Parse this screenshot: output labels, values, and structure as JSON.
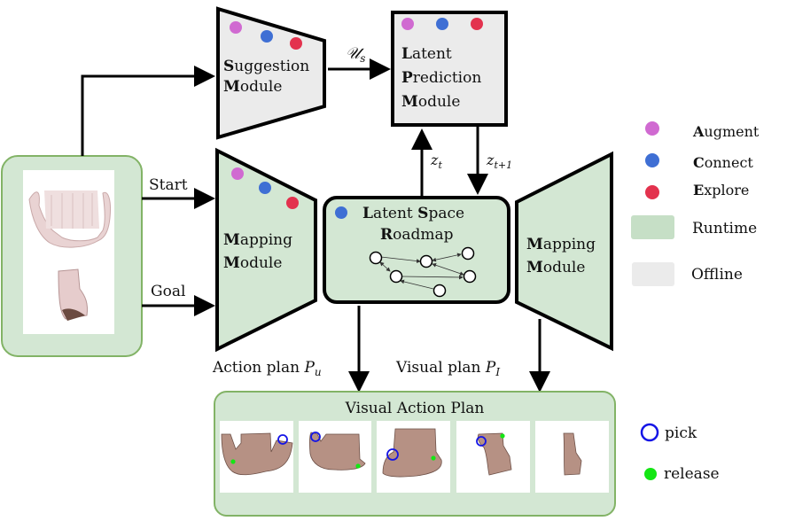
{
  "colors": {
    "runtime": "#d3e7d3",
    "runtime_border": "#82b366",
    "offline": "#ebebeb",
    "augment": "#d06ad1",
    "connect": "#3f6fd4",
    "explore": "#e3324e",
    "pick": "#1414e6",
    "release": "#14e614"
  },
  "modules": {
    "suggestion": {
      "line1_bold": "S",
      "line1_rest": "uggestion",
      "line2_bold": "M",
      "line2_rest": "odule"
    },
    "latent_prediction": {
      "line1_bold": "L",
      "line1_rest": "atent",
      "line2_bold": "P",
      "line2_rest": "rediction",
      "line3_bold": "M",
      "line3_rest": "odule"
    },
    "mapping_left": {
      "line1_bold": "M",
      "line1_rest": "apping",
      "line2_bold": "M",
      "line2_rest": "odule"
    },
    "mapping_right": {
      "line1_bold": "M",
      "line1_rest": "apping",
      "line2_bold": "M",
      "line2_rest": "odule"
    },
    "lsr": {
      "line1_bold_a": "L",
      "line1_rest_a": "atent ",
      "line1_bold_b": "S",
      "line1_rest_b": "pace",
      "line2_bold": "R",
      "line2_rest": "oadmap"
    }
  },
  "edges": {
    "us": "𝒰",
    "us_sub": "s",
    "zt": "z",
    "zt_sub": "t",
    "zt1": "z",
    "zt1_sub": "t+1",
    "start": "Start",
    "goal": "Goal",
    "action_plan": "Action plan ",
    "action_plan_var": "P",
    "action_plan_sub": "u",
    "visual_plan": "Visual plan ",
    "visual_plan_var": "P",
    "visual_plan_sub": "I"
  },
  "visual_action_plan": {
    "title": "Visual Action Plan",
    "frames": [
      {
        "step": 1,
        "has_pick": true,
        "has_release": true
      },
      {
        "step": 2,
        "has_pick": true,
        "has_release": true
      },
      {
        "step": 3,
        "has_pick": true,
        "has_release": true
      },
      {
        "step": 4,
        "has_pick": true,
        "has_release": true
      },
      {
        "step": 5,
        "has_pick": false,
        "has_release": false
      }
    ]
  },
  "legend": {
    "augment": {
      "bold": "A",
      "rest": "ugment"
    },
    "connect": {
      "bold": "C",
      "rest": "onnect"
    },
    "explore": {
      "bold": "E",
      "rest": "xplore"
    },
    "runtime": "Runtime",
    "offline": "Offline",
    "pick": "pick",
    "release": "release"
  }
}
